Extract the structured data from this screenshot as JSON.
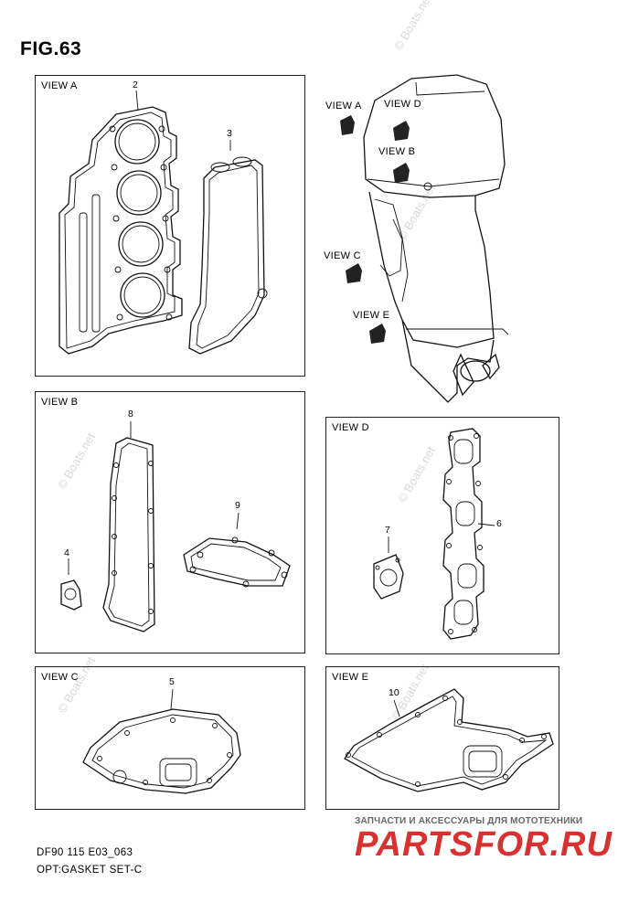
{
  "figure": {
    "title": "FIG.63",
    "model_code": "DF90 115 E03_063",
    "set_title": "OPT:GASKET SET-C"
  },
  "engine_labels": {
    "view_a": "VIEW A",
    "view_b": "VIEW B",
    "view_c": "VIEW C",
    "view_d": "VIEW D",
    "view_e": "VIEW E"
  },
  "panels": {
    "view_a": {
      "label": "VIEW A",
      "callouts": [
        "2",
        "3"
      ]
    },
    "view_b": {
      "label": "VIEW B",
      "callouts": [
        "8",
        "9",
        "4"
      ]
    },
    "view_d": {
      "label": "VIEW D",
      "callouts": [
        "7",
        "6"
      ]
    },
    "view_c": {
      "label": "VIEW C",
      "callouts": [
        "5"
      ]
    },
    "view_e": {
      "label": "VIEW E",
      "callouts": [
        "10"
      ]
    }
  },
  "watermark": "© Boats.net",
  "shop": {
    "tagline": "ЗАПЧАСТИ И АКСЕССУАРЫ ДЛЯ МОТОТЕХНИКИ",
    "logo": "PARTSFOR.RU",
    "logo_color": "#d93030"
  }
}
